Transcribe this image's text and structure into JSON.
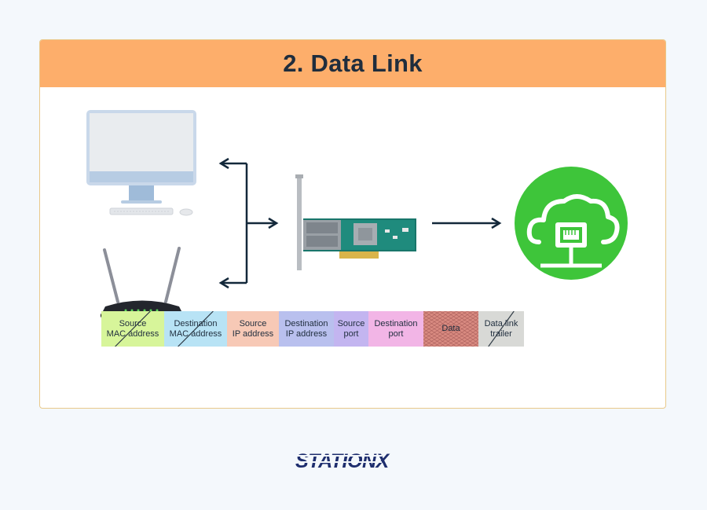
{
  "title": "2. Data Link",
  "packet_segments": [
    {
      "key": "src_mac",
      "line1": "Source",
      "line2": "MAC address",
      "color": "#d7f59a",
      "width": 80,
      "slash": true
    },
    {
      "key": "dst_mac",
      "line1": "Destination",
      "line2": "MAC address",
      "color": "#b8e3f5",
      "width": 80,
      "slash": true
    },
    {
      "key": "src_ip",
      "line1": "Source",
      "line2": "IP address",
      "color": "#f7c9b6",
      "width": 66,
      "slash": false
    },
    {
      "key": "dst_ip",
      "line1": "Destination",
      "line2": "IP address",
      "color": "#b9c0ee",
      "width": 70,
      "slash": false
    },
    {
      "key": "src_port",
      "line1": "Source",
      "line2": "port",
      "color": "#c3b5f0",
      "width": 44,
      "slash": false
    },
    {
      "key": "dst_port",
      "line1": "Destination",
      "line2": "port",
      "color": "#f2b5e6",
      "width": 70,
      "slash": false
    },
    {
      "key": "data",
      "line1": "Data",
      "line2": "",
      "color": "#d88a80",
      "width": 70,
      "slash": false,
      "hatched": true
    },
    {
      "key": "trailer",
      "line1": "Data link",
      "line2": "trailer",
      "color": "#d8d9d6",
      "width": 58,
      "slash": true
    }
  ],
  "logo": {
    "text": "STATIONX"
  },
  "colors": {
    "header": "#fdae6b",
    "title": "#1f2d3d",
    "arrow": "#13283a",
    "cloud_badge": "#3ec53a",
    "logo": "#1e2e6e"
  }
}
